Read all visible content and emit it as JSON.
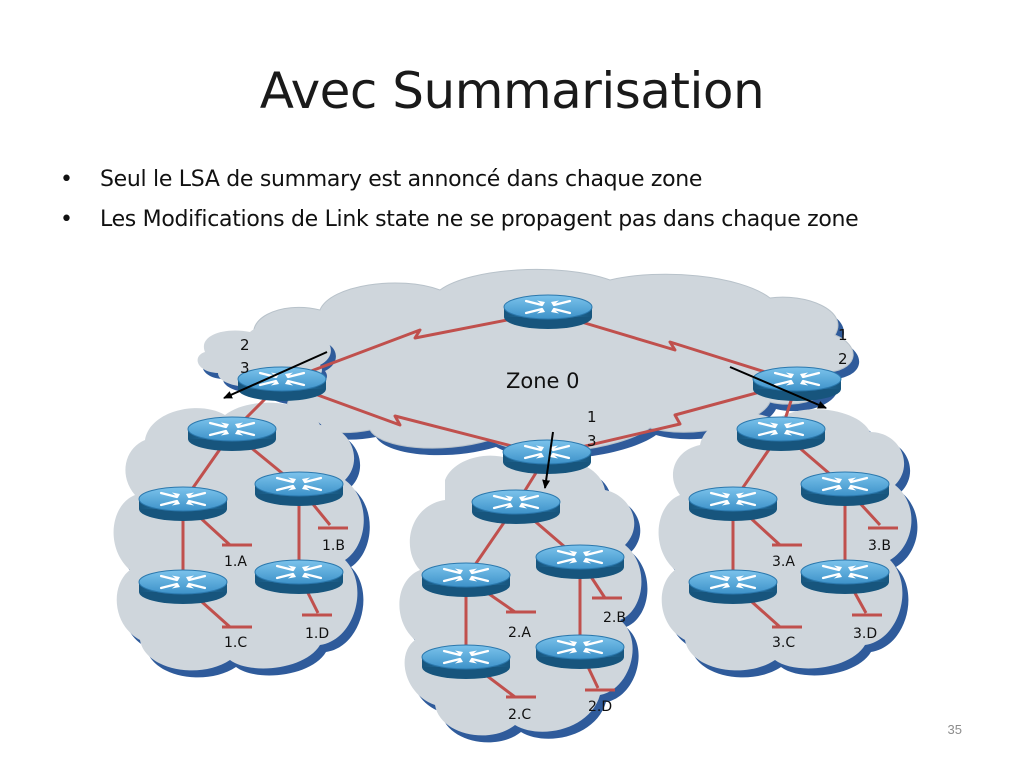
{
  "slide": {
    "title": "Avec Summarisation",
    "bullets": [
      "Seul le LSA de summary est annoncé dans chaque zone",
      "Les Modifications de Link state ne se propagent pas dans chaque zone"
    ],
    "slide_number": "35"
  },
  "diagram": {
    "zone_label": "Zone 0",
    "network_labels": [
      "1.A",
      "1.B",
      "1.C",
      "1.D",
      "2.A",
      "2.B",
      "2.C",
      "2.D",
      "3.A",
      "3.B",
      "3.C",
      "3.D"
    ],
    "summary_left": [
      "2",
      "3"
    ],
    "summary_center": [
      "1",
      "3"
    ],
    "summary_right": [
      "1",
      "2"
    ],
    "colors": {
      "cloud_fill": "#cfd6dc",
      "cloud_shadow": "#2f5b9b",
      "link": "#c0504d",
      "router_top": "#4fa3d6",
      "router_side": "#1f6c9d"
    }
  }
}
